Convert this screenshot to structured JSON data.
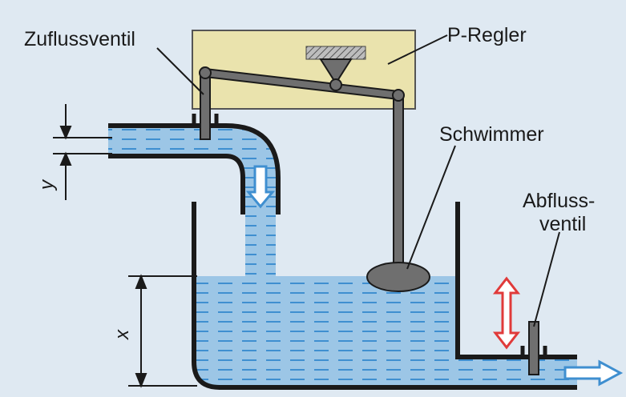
{
  "labels": {
    "inflow_valve": "Zuflussventil",
    "controller": "P-Regler",
    "float": "Schwimmer",
    "outflow_valve_line1": "Abfluss-",
    "outflow_valve_line2": "ventil",
    "dim_y": "y",
    "dim_x": "x"
  },
  "colors": {
    "background": "#dfe9f2",
    "water": "#9cc6e6",
    "water_dash": "#3f8fd0",
    "controller_box": "#eae3ad",
    "metal": "#6f6f6f",
    "outline": "#1a1a1a",
    "flow_arrow": "#3f8fd0",
    "adjust_arrow": "#e03a3a"
  },
  "icons": [
    "flow-down-arrow-icon",
    "flow-right-arrow-icon",
    "adjust-updown-arrow-icon"
  ]
}
